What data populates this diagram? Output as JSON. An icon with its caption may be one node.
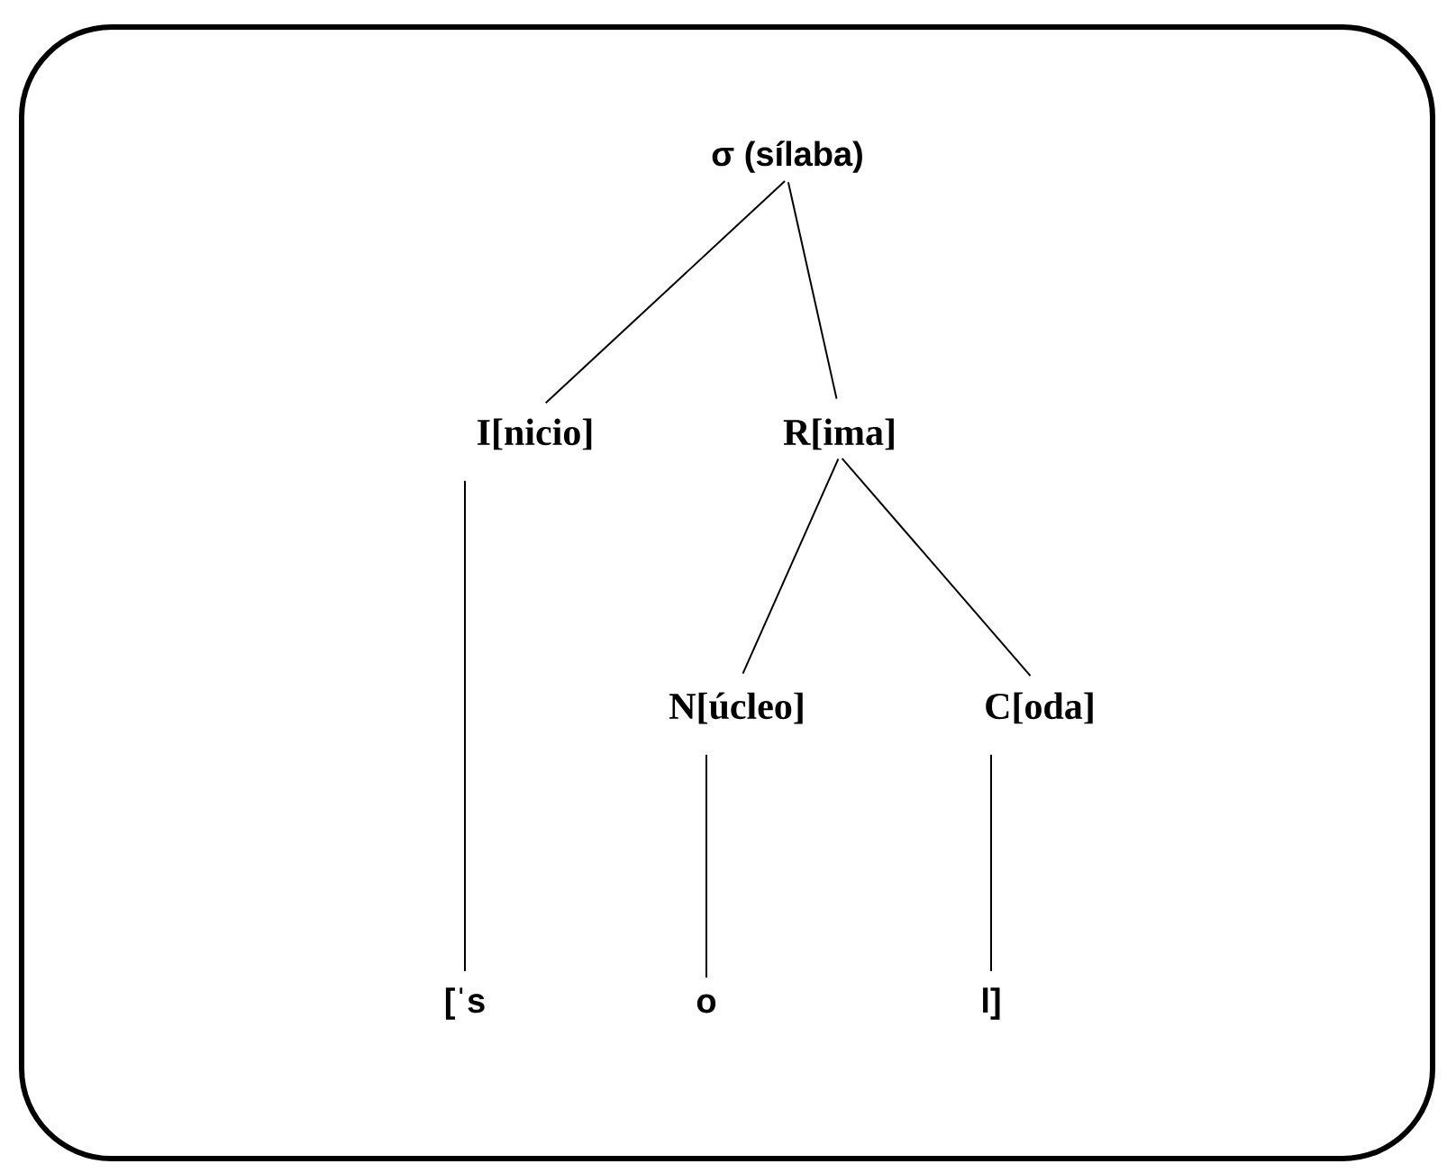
{
  "diagram": {
    "nodes": [
      {
        "text": [
          "σ (sílaba)"
        ]
      },
      {
        "text": [
          "I[nicio]"
        ]
      },
      {
        "text": [
          "R[ima]"
        ]
      },
      {
        "text": [
          "N[úcleo]"
        ]
      },
      {
        "text": [
          "C[oda]"
        ]
      },
      {
        "text": [
          "[ˈs"
        ]
      },
      {
        "text": [
          "o"
        ]
      },
      {
        "text": [
          "l]"
        ]
      }
    ],
    "edges": [
      {
        "from": 0,
        "to": 1,
        "arrow": "none"
      },
      {
        "from": 0,
        "to": 2,
        "arrow": "none"
      },
      {
        "from": 1,
        "to": 5,
        "arrow": "none"
      },
      {
        "from": 2,
        "to": 3,
        "arrow": "none"
      },
      {
        "from": 2,
        "to": 4,
        "arrow": "none"
      },
      {
        "from": 3,
        "to": 6,
        "arrow": "none"
      },
      {
        "from": 4,
        "to": 7,
        "arrow": "none"
      }
    ]
  }
}
